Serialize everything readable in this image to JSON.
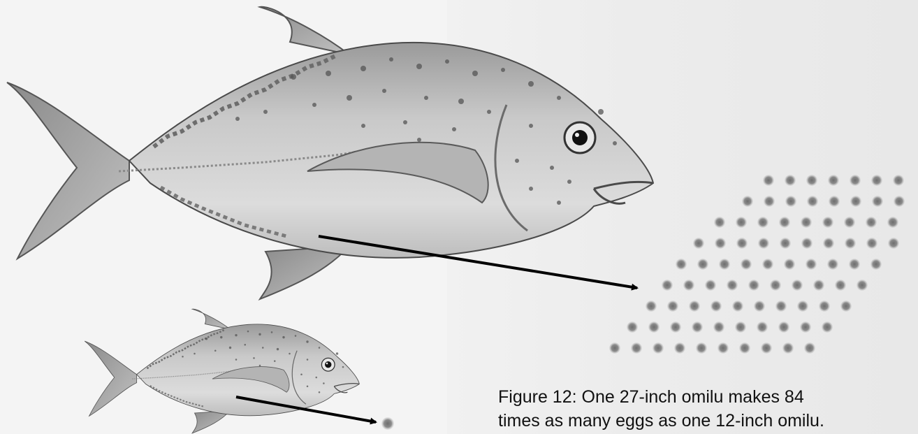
{
  "caption": {
    "line1": "Figure 12: One 27-inch omilu makes 84",
    "line2": "times as many eggs as one 12-inch omilu."
  },
  "figure": {
    "large_fish": {
      "name": "omilu",
      "length_in": 27,
      "egg_dots": 84
    },
    "small_fish": {
      "name": "omilu",
      "length_in": 12,
      "egg_dots": 1
    },
    "colors": {
      "fish_body": "#bdbdbd",
      "spot": "#555555",
      "egg": "#7a7a7a",
      "arrow": "#000000"
    }
  }
}
